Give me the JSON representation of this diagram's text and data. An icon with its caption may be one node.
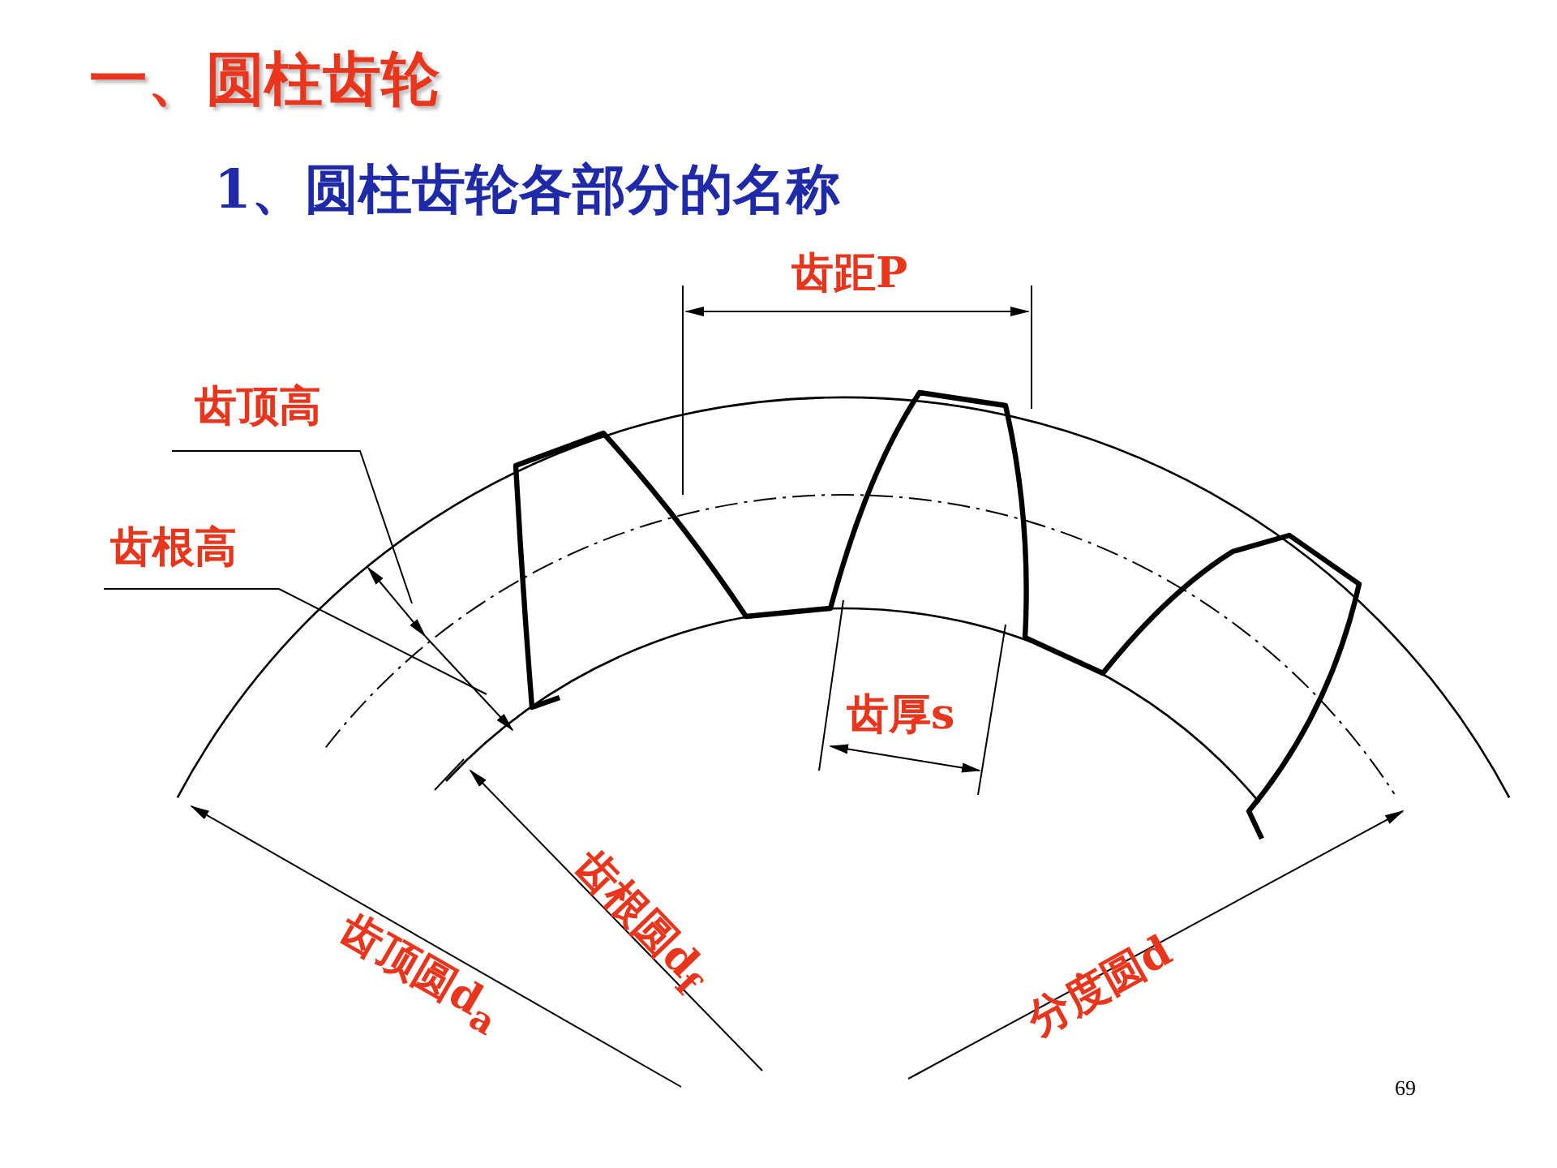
{
  "diagram": {
    "title": "一、圆柱齿轮",
    "labels": [
      "1、圆柱齿轮各部分的名称",
      "齿距P",
      "齿顶高",
      "齿根高",
      "齿厚s",
      "齿顶圆d$_{a}$",
      "齿根圆d$_{f}$",
      "分度圆d",
      "69"
    ]
  }
}
